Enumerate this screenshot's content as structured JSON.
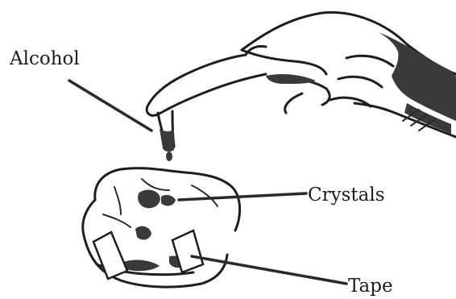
{
  "labels": {
    "alcohol": "Alcohol",
    "crystals": "Crystals",
    "tape": "Tape"
  },
  "icons": {
    "hand": "hand-icon",
    "dropper": "dropper-icon",
    "dish": "dish-icon"
  },
  "colors": {
    "ink": "#1e1e1e",
    "background": "#ffffff"
  }
}
